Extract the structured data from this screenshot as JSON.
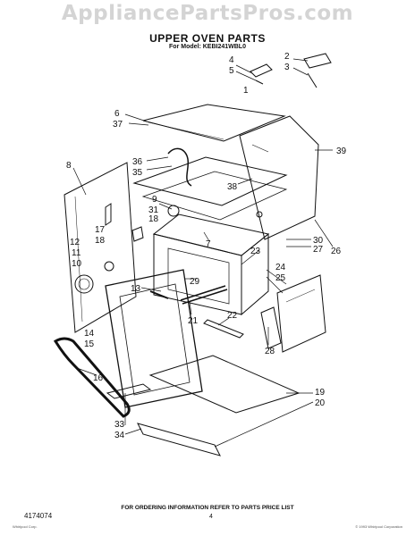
{
  "watermark": "AppliancePartsPros.com",
  "title": "UPPER OVEN PARTS",
  "model_line": "For Model: KEBI241WBL0",
  "labels": {
    "l1": "1",
    "l2": "2",
    "l3": "3",
    "l4": "4",
    "l5": "5",
    "l6": "6",
    "l7": "7",
    "l8": "8",
    "l9": "9",
    "l10": "10",
    "l11": "11",
    "l12": "12",
    "l13": "13",
    "l14": "14",
    "l15": "15",
    "l16": "16",
    "l17": "17",
    "l18": "18",
    "l19": "19",
    "l20": "20",
    "l21": "21",
    "l22": "22",
    "l23": "23",
    "l24": "24",
    "l25": "25",
    "l26": "26",
    "l27": "27",
    "l28": "28",
    "l29": "29",
    "l30": "30",
    "l31": "31",
    "l33": "33",
    "l34": "34",
    "l35": "35",
    "l36": "36",
    "l37": "37",
    "l38": "38",
    "l39": "39"
  },
  "footer": "FOR ORDERING INFORMATION REFER TO PARTS PRICE LIST",
  "doc_number": "4174074",
  "page_number": "4",
  "fine_print_left": "Whirlpool Corp.",
  "fine_print_right": "© 1993 Whirlpool Corporation"
}
